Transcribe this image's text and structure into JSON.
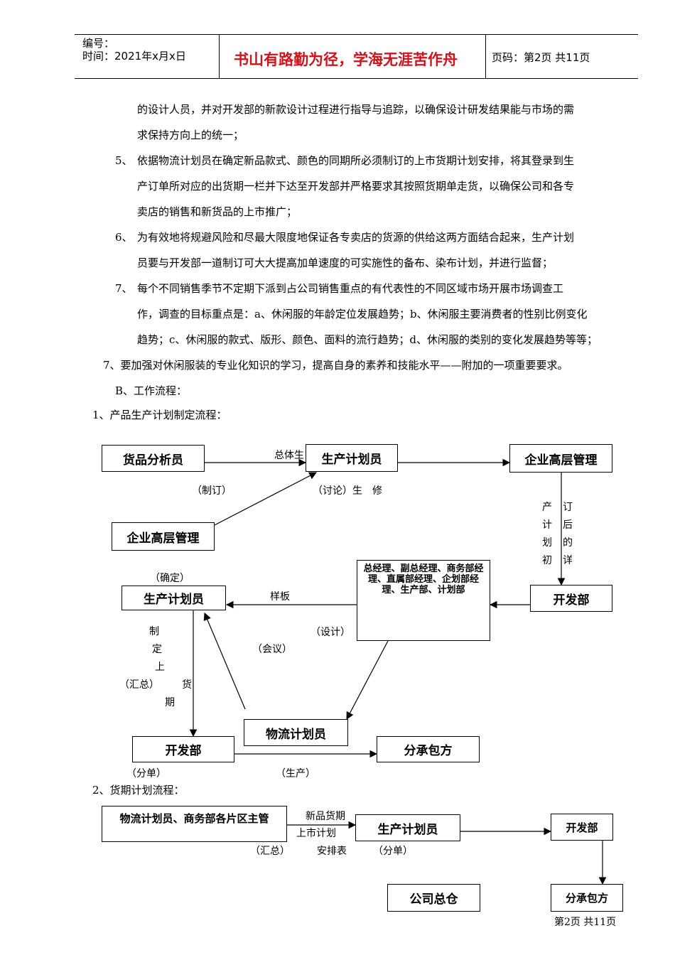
{
  "header": {
    "code_label": "编号：",
    "date_label": "时间：2021年x月x日",
    "motto": "书山有路勤为径，学海无涯苦作舟",
    "page_label": "页码：第2页 共11页"
  },
  "paragraphs": [
    {
      "lines": [
        "的设计人员，并对开发部的新款设计过程进行指导与追踪，以确保设计研发结果能与市场的需",
        "求保持方向上的统一；"
      ]
    },
    {
      "num": "5、",
      "lines": [
        "依据物流计划员在确定新品款式、颜色的同期所必须制订的上市货期计划安排，将其登录到生",
        "产订单所对应的出货期一栏并下达至开发部并严格要求其按照货期单走货，以确保公司和各专",
        "卖店的销售和新货品的上市推广；"
      ]
    },
    {
      "num": "6、",
      "lines": [
        "为有效地将规避风险和尽最大限度地保证各专卖店的货源的供给这两方面结合起来，生产计划",
        "员要与开发部一道制订可大大提高加单速度的可实施性的备布、染布计划，并进行监督；"
      ]
    },
    {
      "num": "7、",
      "lines": [
        "每个不同销售季节不定期下派到占公司销售重点的有代表性的不同区域市场开展市场调查工",
        "作，调查的目标重点是：a、休闲服的年龄定位发展趋势；b、休闲服主要消费者的性别比例变化",
        "趋势；c、休闲服的款式、版形、颜色、面料的流行趋势；d、休闲服的类别的变化发展趋势等等；"
      ]
    }
  ],
  "extra_line": "7、要加强对休闲服装的专业化知识的学习，提高自身的素养和技能水平——附加的一项重要要求。",
  "section_b": "B、工作流程：",
  "flow1_title": "1、产品生产计划制定流程：",
  "flow1": {
    "box_goods_analyst": "货品分析员",
    "box_prod_planner_top": "生产计划员",
    "box_exec_top": "企业高层管理",
    "box_exec_left": "企业高层管理",
    "box_committee": "总经理、副总经理、商务部经理、直属部经理、企划部经理、生产部、计划部",
    "box_dev_right": "开发部",
    "box_prod_planner_mid": "生产计划员",
    "box_logistics": "物流计划员",
    "box_dev_bottom": "开发部",
    "box_subcontract": "分承包方",
    "lbl_zongti": "总体生",
    "lbl_zhiding": "（制订）",
    "lbl_taolun": "（讨论）生　修",
    "lbl_queding": "（确定）",
    "lbl_yangban": "样板",
    "lbl_sheji": "（设计）",
    "lbl_huiyi": "（会议）",
    "lbl_huizong": "（汇总）",
    "lbl_fendan": "（分单）",
    "lbl_shengchan": "（生产）",
    "v_left_col": [
      "产",
      "计",
      "划",
      "初"
    ],
    "v_right_col": [
      "订",
      "后",
      "的",
      "详"
    ],
    "v_zhiding": [
      "制",
      "定",
      "上"
    ],
    "v_huoqi": [
      "货",
      "期"
    ]
  },
  "flow2_title": "2、货期计划流程：",
  "flow2": {
    "box_logistics_biz": "物流计划员、商务部各片区主管",
    "box_prod_planner": "生产计划员",
    "box_dev": "开发部",
    "box_warehouse": "公司总仓",
    "box_subcontract": "分承包方",
    "lbl_xinpin": "新品货期",
    "lbl_shangshi": "上市计划",
    "lbl_anpai": "安排表",
    "lbl_huizong": "（汇总）",
    "lbl_fendan": "（分单）"
  },
  "footer": "第2页 共11页"
}
